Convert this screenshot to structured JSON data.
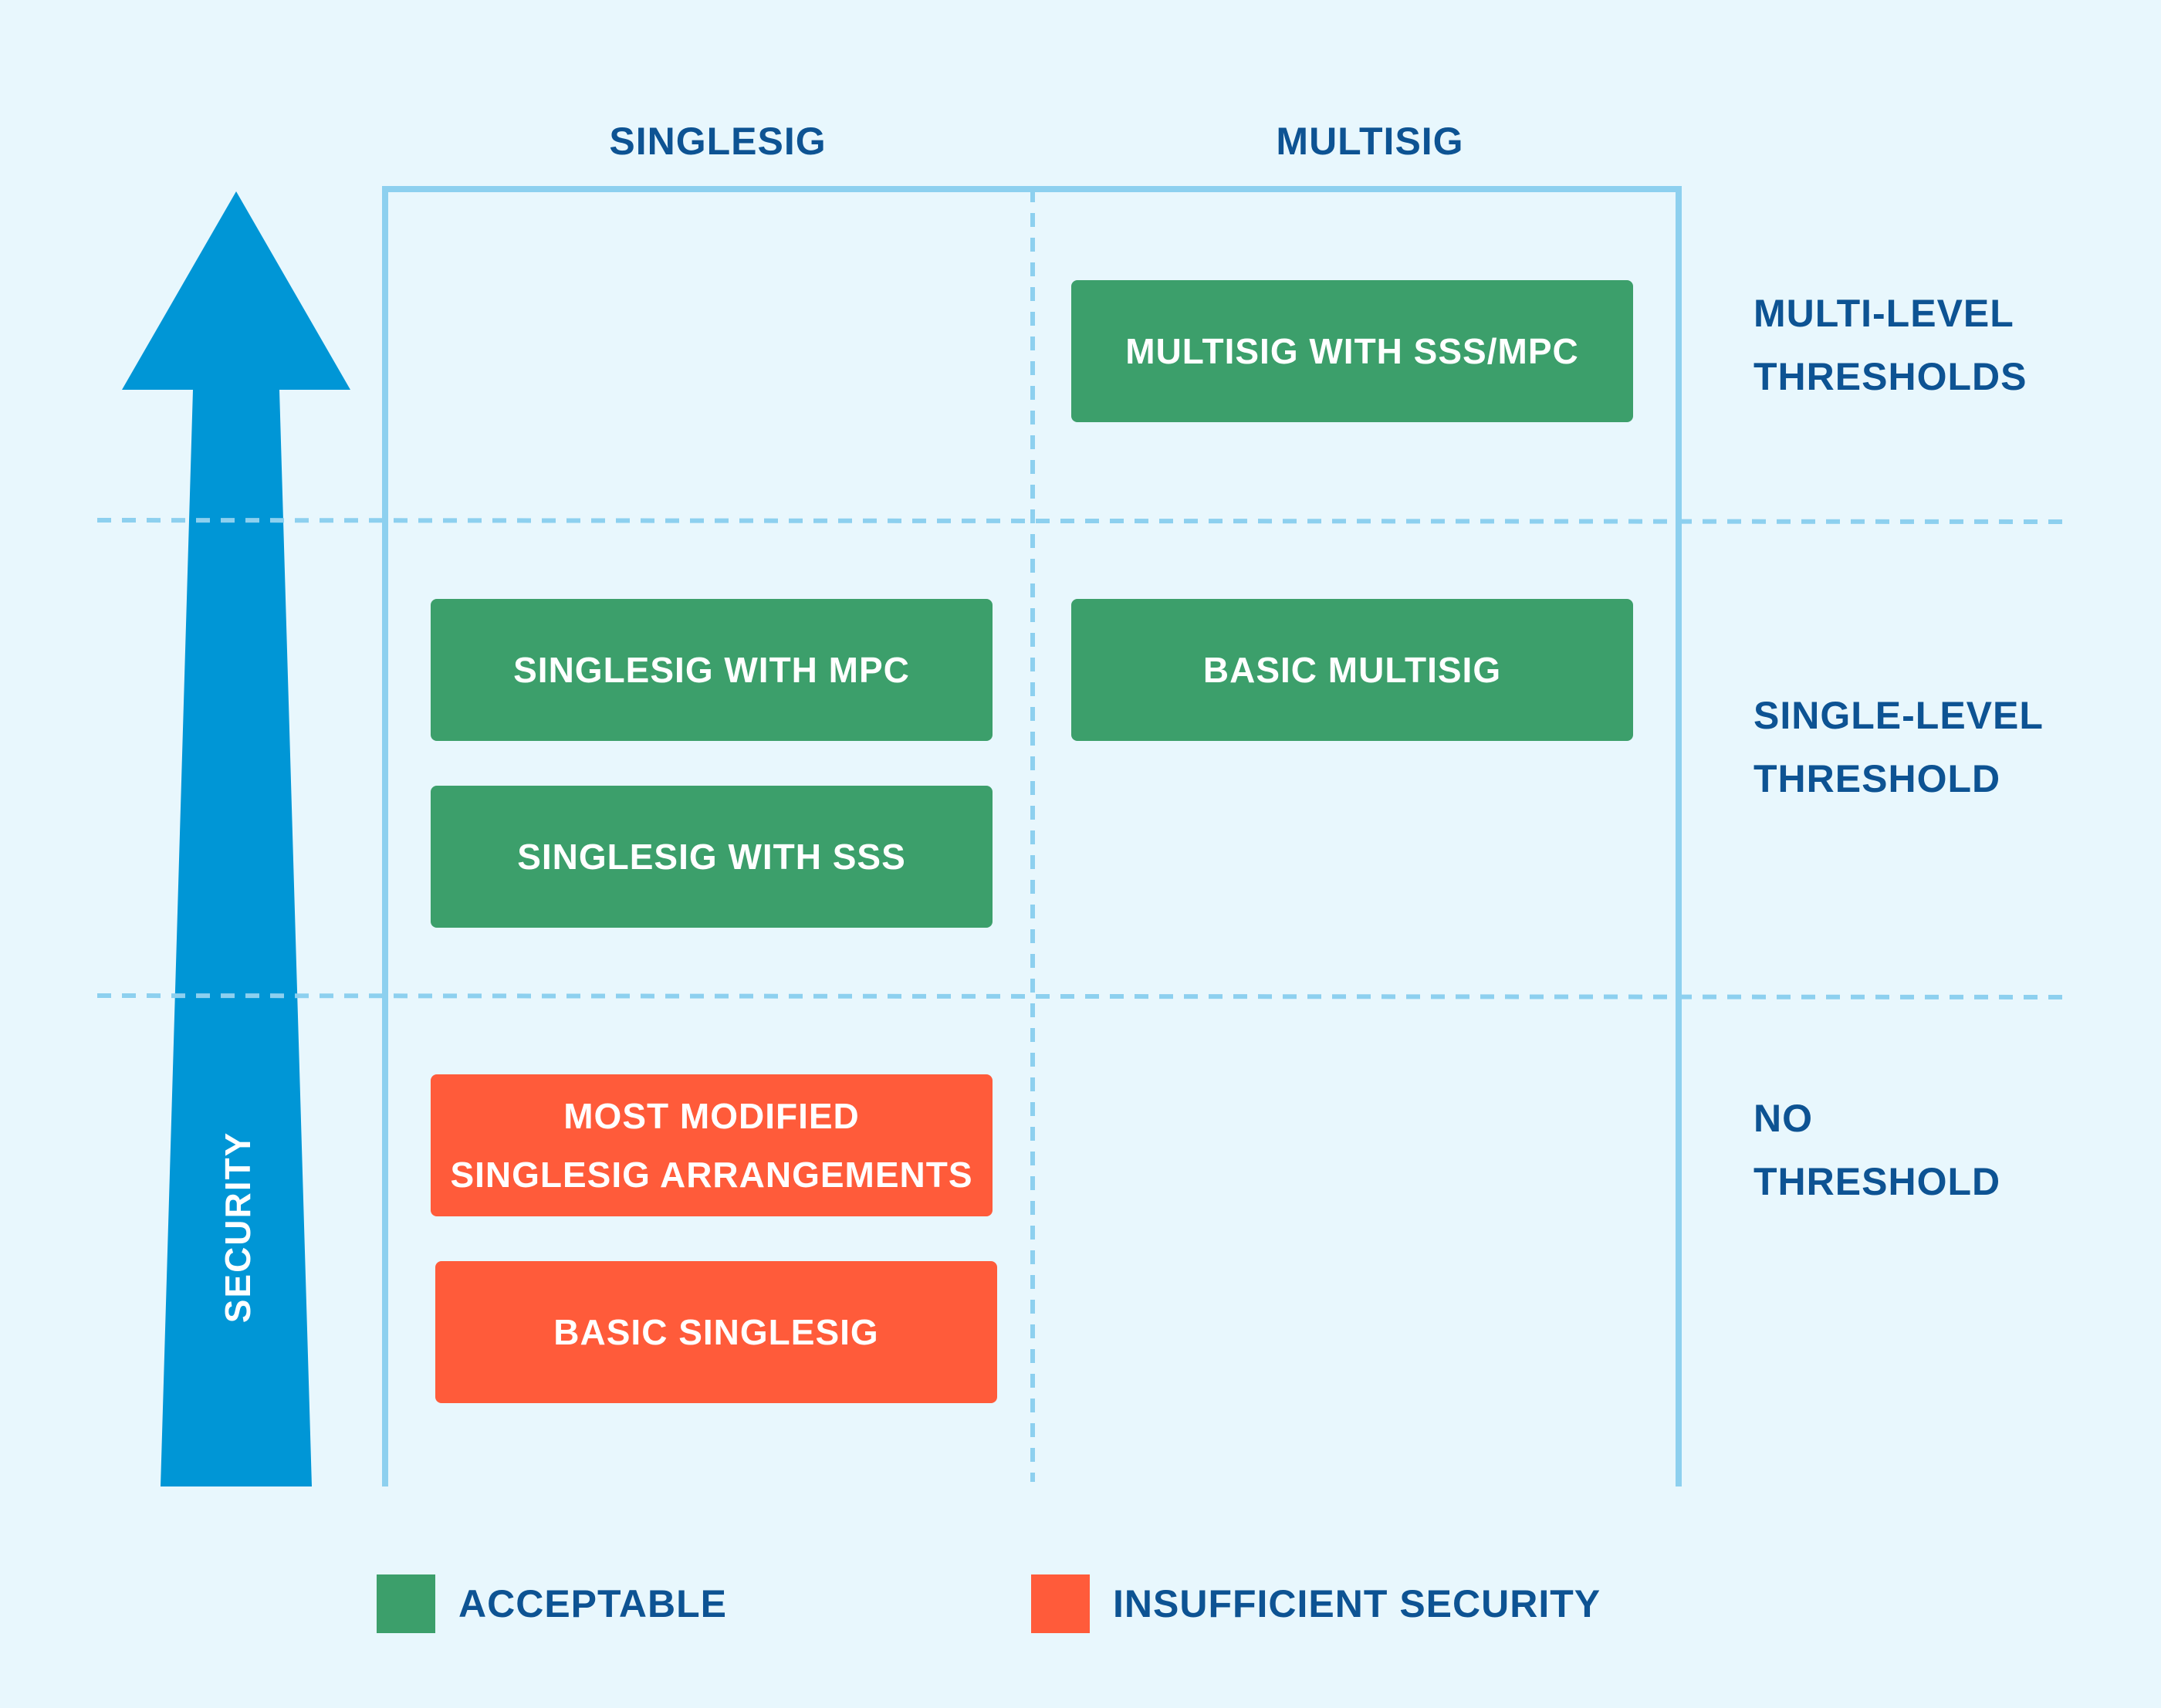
{
  "colors": {
    "background": "#e8f7fd",
    "acceptable": "#3c9f6b",
    "insufficient": "#ff5b3a",
    "arrow": "#0096d6",
    "grid_line": "#8dd0ef",
    "text": "#0d5393"
  },
  "columns": {
    "singlesig": "SINGLESIG",
    "multisig": "MULTISIG"
  },
  "rows": {
    "multi_level": {
      "line1": "MULTI-LEVEL",
      "line2": "THRESHOLDS"
    },
    "single_level": {
      "line1": "SINGLE-LEVEL",
      "line2": "THRESHOLD"
    },
    "no_threshold": {
      "line1": "NO",
      "line2": "THRESHOLD"
    }
  },
  "boxes": {
    "multisig_sss_mpc": "MULTISIG WITH SSS/MPC",
    "singlesig_mpc": "SINGLESIG WITH MPC",
    "basic_multisig": "BASIC MULTISIG",
    "singlesig_sss": "SINGLESIG WITH SSS",
    "most_modified": {
      "line1": "MOST MODIFIED",
      "line2": "SINGLESIG ARRANGEMENTS"
    },
    "basic_singlesig": "BASIC SINGLESIG"
  },
  "arrow": {
    "label": "SECURITY",
    "icon": "up-arrow-icon"
  },
  "legend": {
    "acceptable": "ACCEPTABLE",
    "insufficient": "INSUFFICIENT SECURITY"
  }
}
